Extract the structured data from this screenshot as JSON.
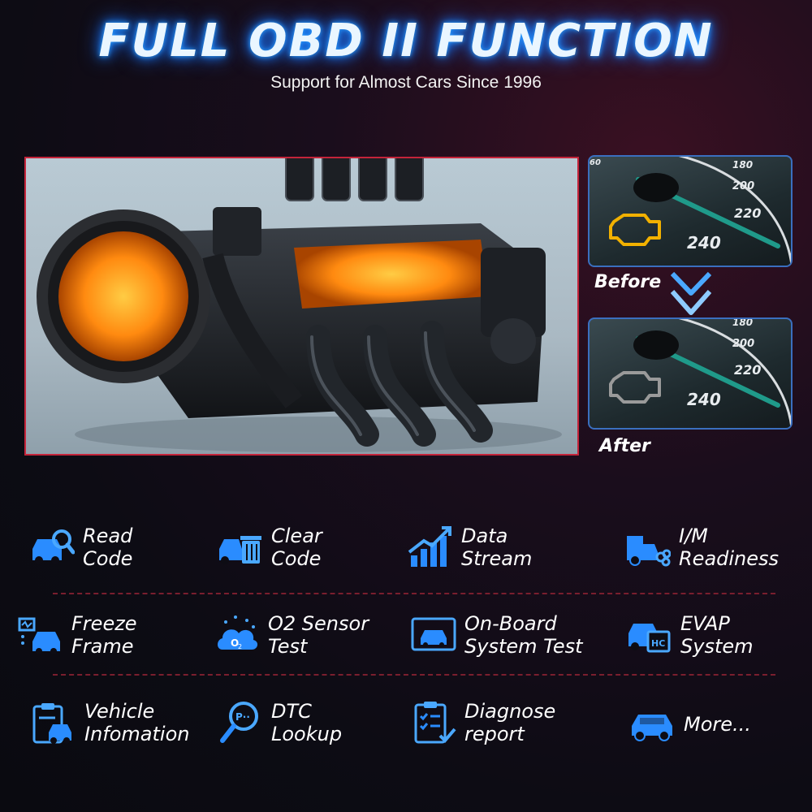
{
  "header": {
    "title": "FULL OBD II FUNCTION",
    "subtitle": "Support for Almost Cars Since 1996"
  },
  "comparison": {
    "before_label": "Before",
    "after_label": "After",
    "gauge_ticks": [
      "180",
      "200",
      "220",
      "240"
    ],
    "partial_tick": "60",
    "check_engine_color_before": "#f2b100",
    "check_engine_color_after": "#9a9a9a"
  },
  "colors": {
    "accent_blue": "#2a8cff",
    "divider_red": "#7a1e2e",
    "engine_glow": "#ff9a1a"
  },
  "features": [
    {
      "label": "Read\nCode",
      "icon": "car-magnifier-icon"
    },
    {
      "label": "Clear\nCode",
      "icon": "car-trash-icon"
    },
    {
      "label": "Data\nStream",
      "icon": "bar-chart-arrow-icon"
    },
    {
      "label": "I/M\nReadiness",
      "icon": "truck-exhaust-icon"
    },
    {
      "label": "Freeze\nFrame",
      "icon": "car-monitor-icon"
    },
    {
      "label": "O2 Sensor\nTest",
      "icon": "o2-cloud-icon"
    },
    {
      "label": "On-Board\nSystem Test",
      "icon": "car-screen-icon"
    },
    {
      "label": "EVAP\nSystem",
      "icon": "car-hc-icon"
    },
    {
      "label": "Vehicle\nInfomation",
      "icon": "clipboard-car-icon"
    },
    {
      "label": "DTC\nLookup",
      "icon": "magnifier-p-icon"
    },
    {
      "label": "Diagnose\nreport",
      "icon": "checklist-icon"
    },
    {
      "label": "More...",
      "icon": "car-icon"
    }
  ]
}
